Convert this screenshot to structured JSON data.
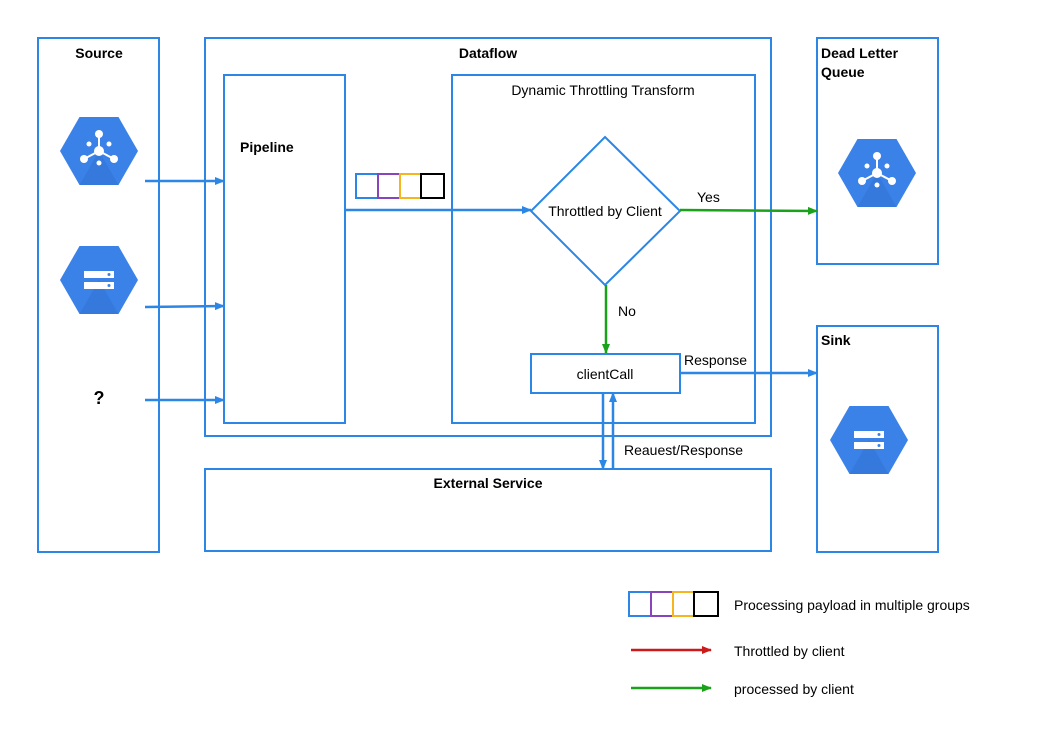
{
  "colors": {
    "box_stroke": "#2c86e6",
    "arrow_blue": "#2c86e6",
    "arrow_green": "#1aa31a",
    "arrow_red": "#cc1a1a",
    "hex_fill": "#3b82e8",
    "group_colors": [
      "#2c86e6",
      "#8844bb",
      "#f5b51e",
      "#000000"
    ]
  },
  "boxes": {
    "source": "Source",
    "dataflow": "Dataflow",
    "pipeline": "Pipeline",
    "transform": "Dynamic Throttling Transform",
    "dlq_line1": "Dead Letter",
    "dlq_line2": "Queue",
    "sink": "Sink",
    "external": "External Service",
    "unknown_source": "?"
  },
  "nodes": {
    "decision": "Throttled by Client",
    "client_call": "clientCall"
  },
  "edges": {
    "yes": "Yes",
    "no": "No",
    "response": "Response",
    "request_response": "Reauest/Response"
  },
  "icons": {
    "pubsub": "pubsub-hexagon-icon",
    "storage": "storage-hexagon-icon"
  },
  "legend": {
    "groups": "Processing payload in multiple groups",
    "throttled": "Throttled by client",
    "processed": "processed by client"
  }
}
